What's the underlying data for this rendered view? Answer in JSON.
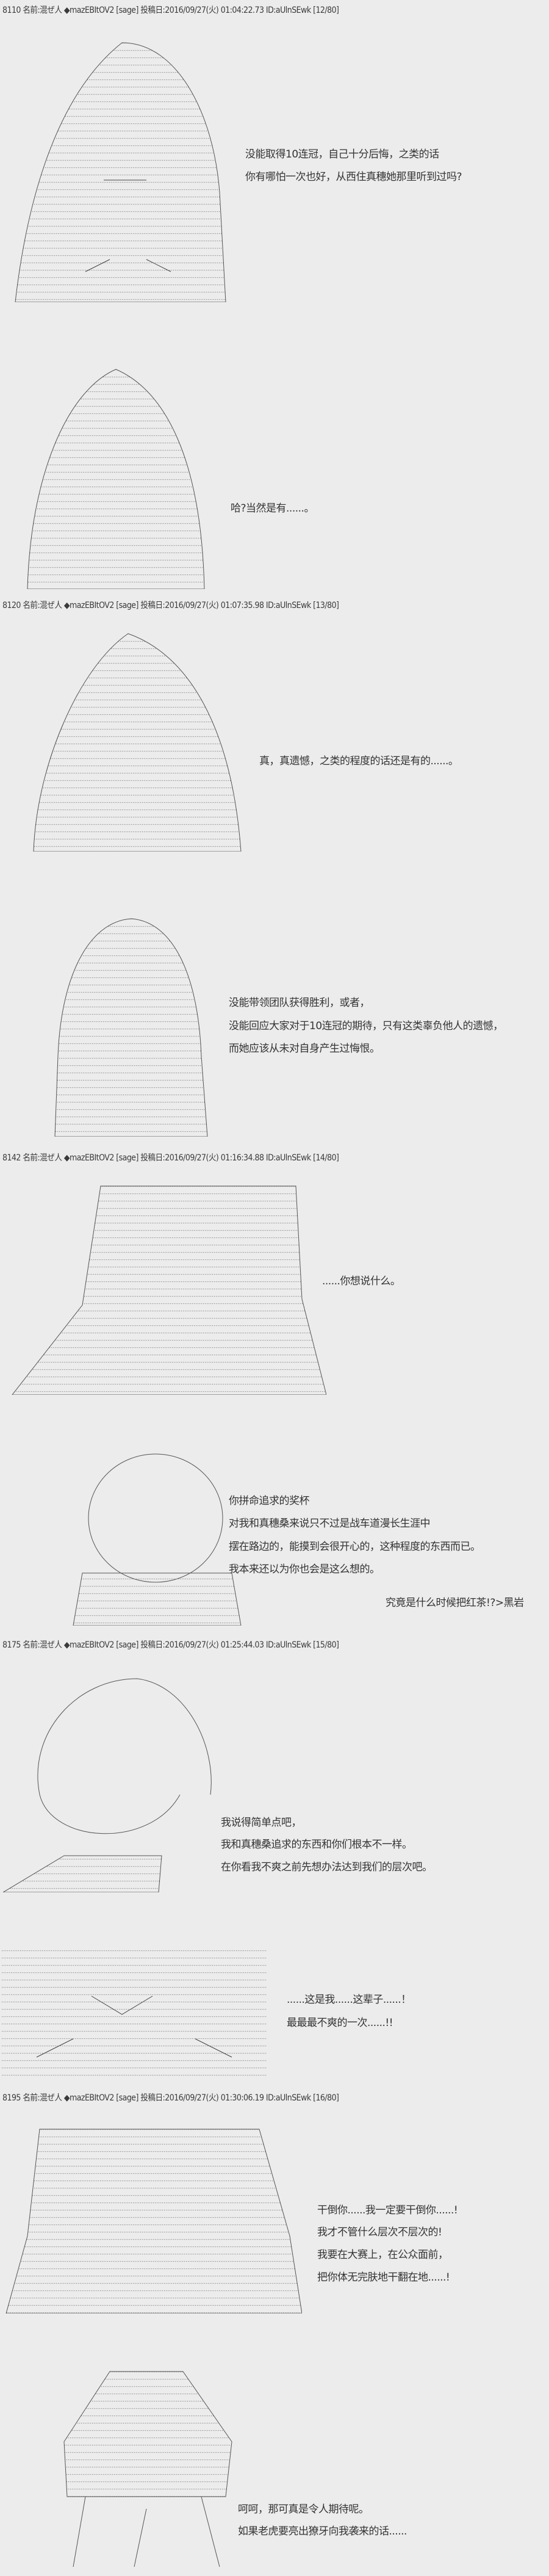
{
  "posts": [
    {
      "header": "8110 名前:混ぜ人 ◆mazEBItOV2 [sage] 投稿日:2016/09/27(火) 01:04:22.73 ID:aUlnSEwk [12/80]",
      "panels": [
        {
          "art": "character-long-hair-smiling",
          "lines": [
            "没能取得10连冠，自己十分后悔，之类的话",
            "你有哪怕一次也好，从西住真穗她那里听到过吗?"
          ]
        },
        {
          "art": "character-looking-aside",
          "lines": [
            "哈?当然是有......。"
          ]
        }
      ]
    },
    {
      "header": "8120 名前:混ぜ人 ◆mazEBItOV2 [sage] 投稿日:2016/09/27(火) 01:07:35.98 ID:aUlnSEwk [13/80]",
      "panels": [
        {
          "art": "character-sweating",
          "lines": [
            "真，真遗憾，之类的程度的话还是有的......。"
          ]
        },
        {
          "art": "character-long-hair-serious",
          "lines": [
            "没能带领团队获得胜利，或者，",
            "没能回应大家对于10连冠的期待，只有这类辜负他人的遗憾，",
            "而她应该从未对自身产生过悔恨。"
          ]
        }
      ]
    },
    {
      "header": "8142 名前:混ぜ人 ◆mazEBItOV2 [sage] 投稿日:2016/09/27(火) 01:16:34.88 ID:aUlnSEwk [14/80]",
      "panels": [
        {
          "art": "character-annoyed",
          "lines": [
            "......你想说什么。"
          ]
        },
        {
          "art": "character-with-teacup",
          "lines": [
            "你拼命追求的奖杯",
            "对我和真穗桑来说只不过是战车道漫长生涯中",
            "摆在路边的，能摸到会很开心的，这种程度的东西而已。",
            "我本来还以为你也会是这么想的。"
          ],
          "aside": "究竟是什么时候把红茶!?>黑岩"
        }
      ]
    },
    {
      "header": "8175 名前:混ぜ人 ◆mazEBItOV2 [sage] 投稿日:2016/09/27(火) 01:25:44.03 ID:aUlnSEwk [15/80]",
      "panels": [
        {
          "art": "character-smug",
          "lines": [
            "我说得简单点吧，",
            "我和真穗桑追求的东西和你们根本不一样。",
            "在你看我不爽之前先想办法达到我们的层次吧。"
          ]
        },
        {
          "art": "character-angry-closeup",
          "lines": [
            "......这是我......这辈子......！",
            "最最最不爽的一次......!!"
          ]
        }
      ]
    },
    {
      "header": "8195 名前:混ぜ人 ◆mazEBItOV2 [sage] 投稿日:2016/09/27(火) 01:30:06.19 ID:aUlnSEwk [16/80]",
      "panels": [
        {
          "art": "character-furious",
          "lines": [
            "干倒你......我一定要干倒你......!",
            "我才不管什么层次不层次的!",
            "我要在大赛上，在公众面前，",
            "把你体无完肤地干翻在地......!"
          ]
        },
        {
          "art": "character-short-hair-calm",
          "lines": [
            "呵呵，那可真是令人期待呢。",
            "如果老虎要亮出獠牙向我袭来的话......"
          ]
        }
      ]
    }
  ]
}
